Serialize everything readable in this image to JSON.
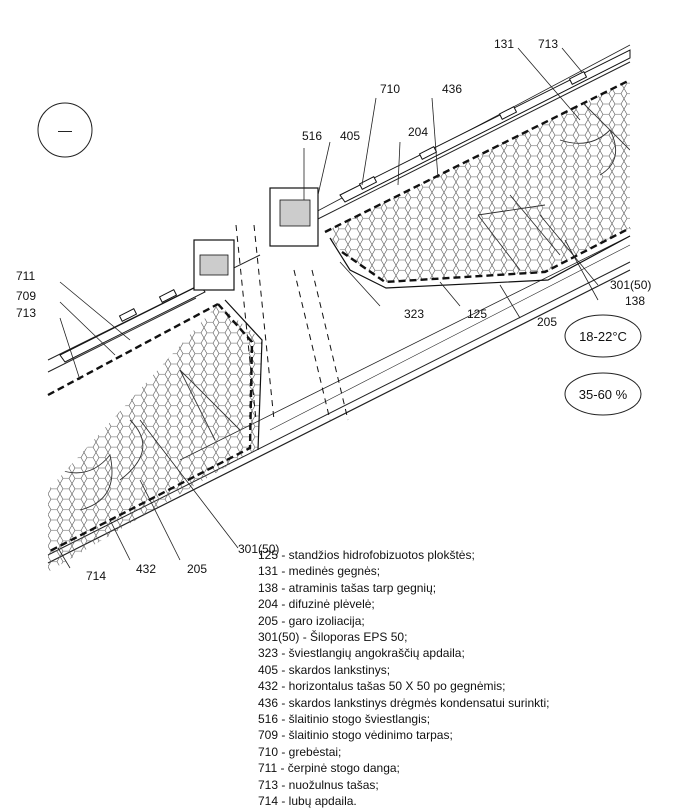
{
  "diagram": {
    "section_symbol": "—",
    "temperature_badge": "18-22°C",
    "humidity_badge": "35-60 %",
    "callouts": {
      "c131": "131",
      "c713_top": "713",
      "c710": "710",
      "c436": "436",
      "c516": "516",
      "c405": "405",
      "c204": "204",
      "c711": "711",
      "c709": "709",
      "c713_left": "713",
      "c301_right": "301(50)",
      "c138": "138",
      "c323": "323",
      "c125": "125",
      "c205_right": "205",
      "c301_bottom": "301(50)",
      "c714": "714",
      "c432": "432",
      "c205_bottom": "205"
    }
  },
  "legend": [
    "125 - standžios hidrofobizuotos plokštės;",
    "131 - medinės gegnės;",
    "138 - atraminis tašas tarp gegnių;",
    "204 - difuzinė plėvelė;",
    "205 - garo izoliacija;",
    "301(50) - Šiloporas EPS 50;",
    "323 - šviestlangių angokraščių apdaila;",
    "405 - skardos lankstinys;",
    "432 - horizontalus tašas 50 X 50 po gegnėmis;",
    "436 - skardos lankstinys drėgmės kondensatui surinkti;",
    "516 - šlaitinio stogo šviestlangis;",
    "709 - šlaitinio stogo vėdinimo tarpas;",
    "710 - grebėstai;",
    "711 - čerpinė stogo danga;",
    "713 - nuožulnus tašas;",
    "714 - lubų apdaila."
  ]
}
